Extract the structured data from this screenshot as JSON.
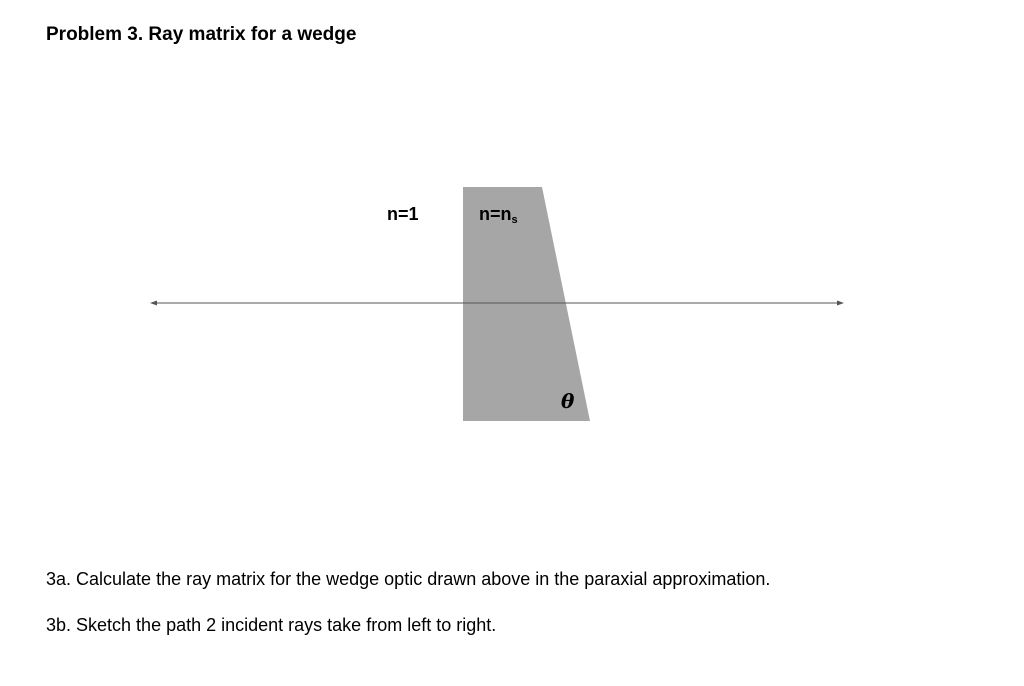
{
  "problem": {
    "title": "Problem 3. Ray matrix for a wedge"
  },
  "figure": {
    "left_medium_label": "n=1",
    "wedge_medium_label": "n=n",
    "wedge_medium_subscript": "s",
    "angle_label": "θ",
    "colors": {
      "wedge": "#a6a6a6",
      "axis": "#555555"
    }
  },
  "questions": [
    {
      "text": "3a. Calculate the ray matrix for the wedge optic drawn above in the paraxial approximation."
    },
    {
      "text": "3b. Sketch the path 2 incident rays take from left to right."
    }
  ]
}
